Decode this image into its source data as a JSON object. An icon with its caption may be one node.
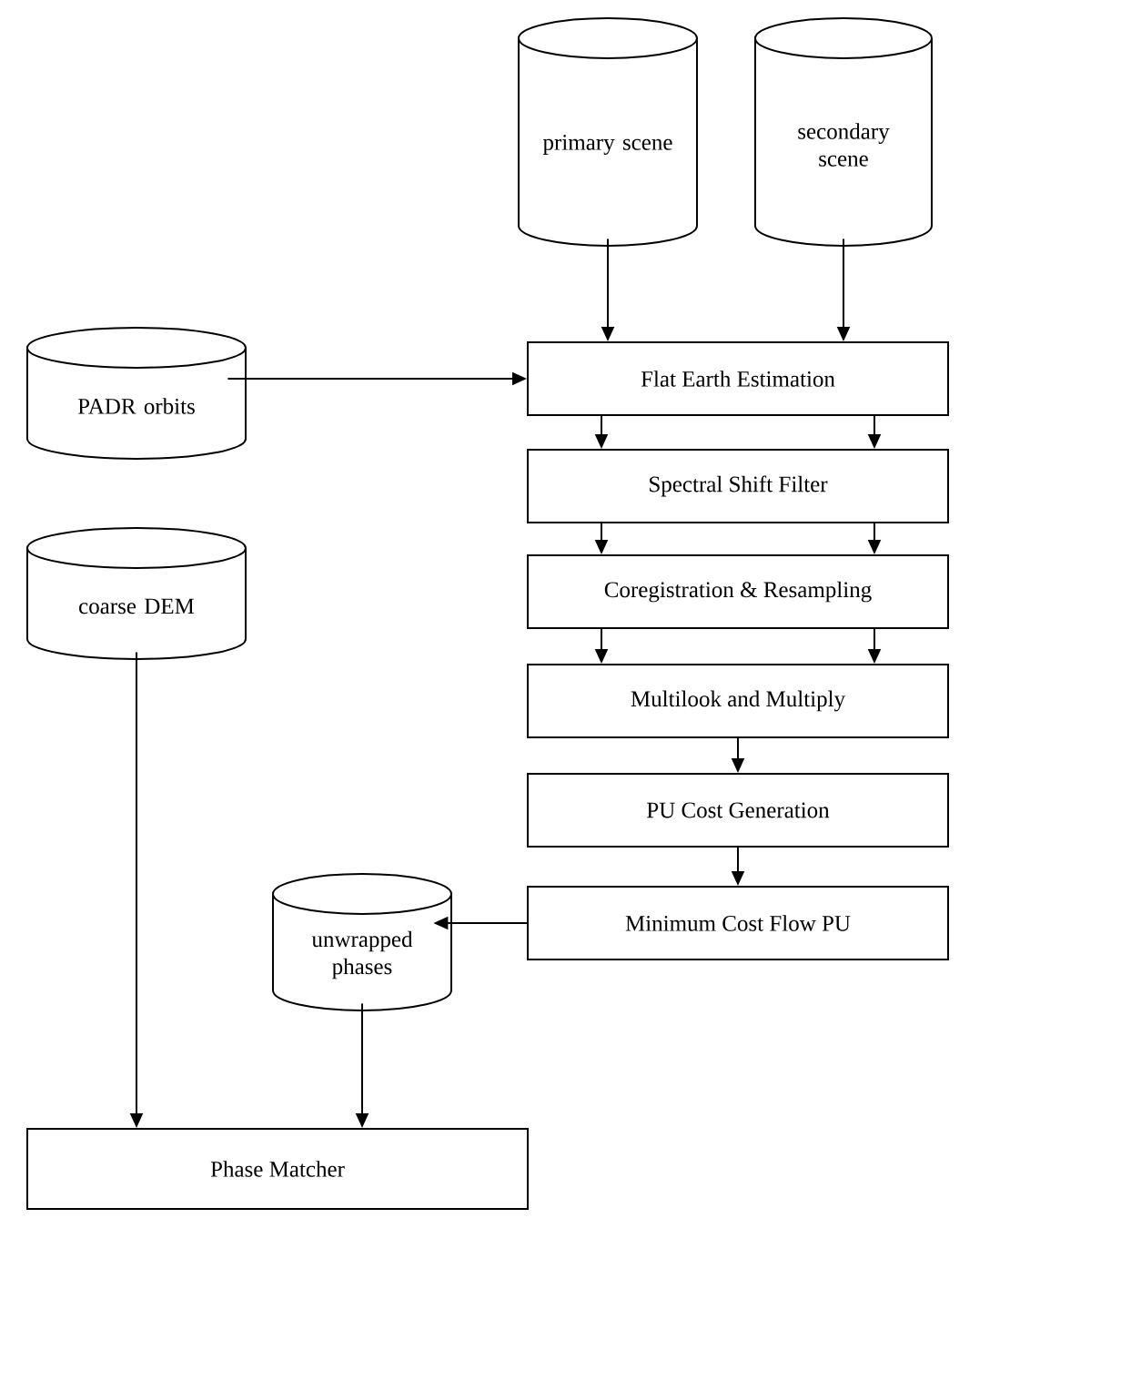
{
  "diagram": {
    "nodes": [
      {
        "text": [
          "primary scene"
        ]
      },
      {
        "text": [
          "secondary scene"
        ]
      },
      {
        "text": [
          "PADR orbits"
        ]
      },
      {
        "text": [
          "Flat Earth Estimation"
        ]
      },
      {
        "text": [
          "Spectral Shift Filter"
        ]
      },
      {
        "text": [
          "Coregistration & Resampling"
        ]
      },
      {
        "text": [
          "Multilook and Multiply"
        ]
      },
      {
        "text": [
          "PU Cost Generation"
        ]
      },
      {
        "text": [
          "Minimum Cost Flow PU"
        ]
      },
      {
        "text": [
          "coarse DEM"
        ]
      },
      {
        "text": [
          "unwrapped phases"
        ]
      },
      {
        "text": [
          "Phase Matcher"
        ]
      }
    ],
    "edges": [
      {
        "from": 0,
        "to": 3,
        "arrow": "to"
      },
      {
        "from": 1,
        "to": 3,
        "arrow": "to"
      },
      {
        "from": 2,
        "to": 3,
        "arrow": "to"
      },
      {
        "from": 3,
        "to": 4,
        "arrow": "to"
      },
      {
        "from": 3,
        "to": 4,
        "arrow": "to"
      },
      {
        "from": 4,
        "to": 5,
        "arrow": "to"
      },
      {
        "from": 4,
        "to": 5,
        "arrow": "to"
      },
      {
        "from": 5,
        "to": 6,
        "arrow": "to"
      },
      {
        "from": 5,
        "to": 6,
        "arrow": "to"
      },
      {
        "from": 6,
        "to": 7,
        "arrow": "to"
      },
      {
        "from": 7,
        "to": 8,
        "arrow": "to"
      },
      {
        "from": 8,
        "to": 10,
        "arrow": "to"
      },
      {
        "from": 9,
        "to": 11,
        "arrow": "to"
      },
      {
        "from": 10,
        "to": 11,
        "arrow": "to"
      }
    ]
  }
}
